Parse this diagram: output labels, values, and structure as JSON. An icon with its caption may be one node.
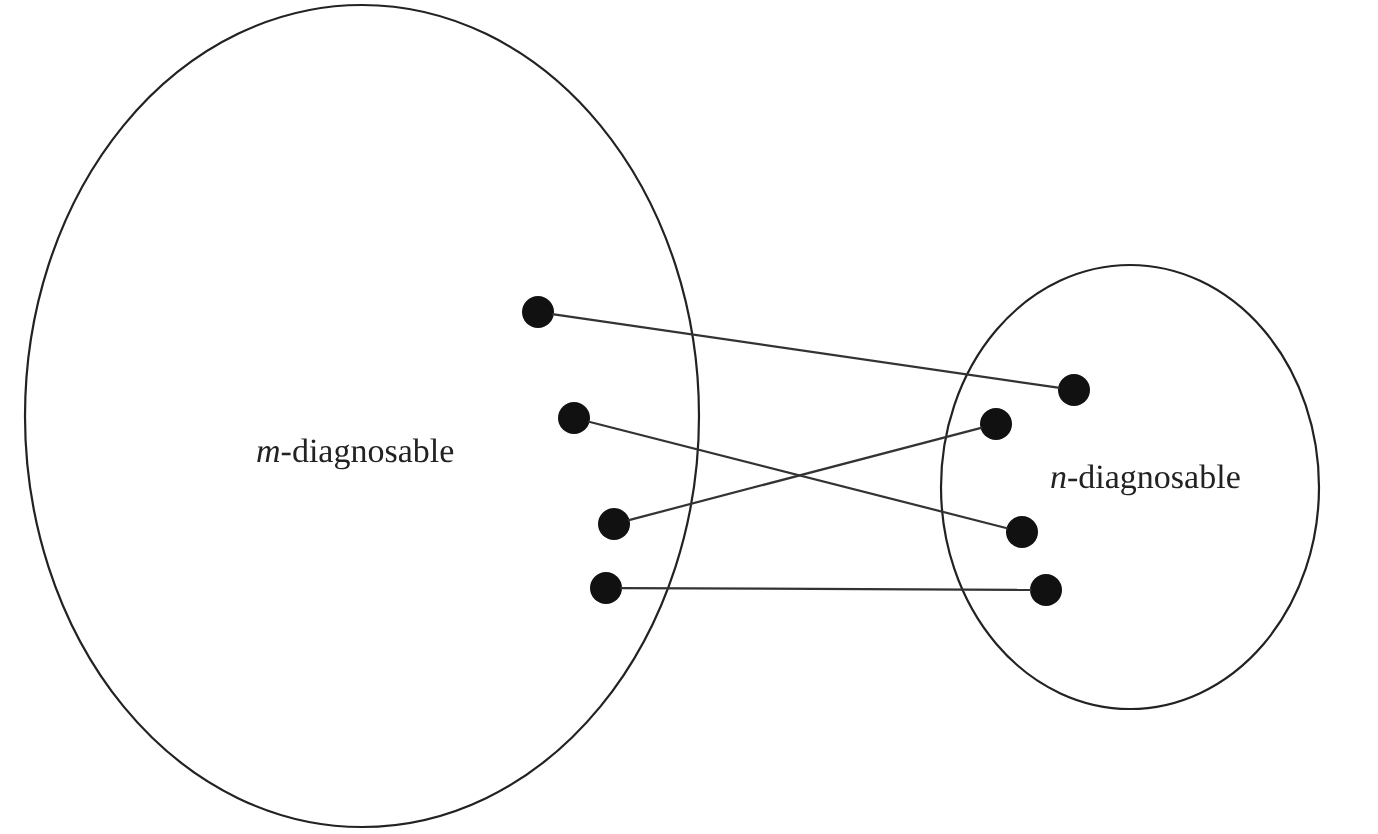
{
  "diagram": {
    "nodes": [
      {
        "text": [
          "*m*-diagnosable"
        ]
      },
      {
        "text": [],
        "shape": "circle",
        "in": 0
      },
      {
        "text": [],
        "shape": "circle",
        "in": 0
      },
      {
        "text": [],
        "shape": "circle",
        "in": 0
      },
      {
        "text": [],
        "shape": "circle",
        "in": 0
      },
      {
        "text": [
          "*n*-diagnosable"
        ]
      },
      {
        "text": [],
        "shape": "circle",
        "in": 5
      },
      {
        "text": [],
        "shape": "circle",
        "in": 5
      },
      {
        "text": [],
        "shape": "circle",
        "in": 5
      },
      {
        "text": [],
        "shape": "circle",
        "in": 5
      }
    ],
    "edges": [
      {
        "from": 1,
        "to": 6,
        "arrow": "none"
      },
      {
        "from": 2,
        "to": 8,
        "arrow": "none"
      },
      {
        "from": 3,
        "to": 7,
        "arrow": "none"
      },
      {
        "from": 4,
        "to": 9,
        "arrow": "none"
      }
    ]
  }
}
